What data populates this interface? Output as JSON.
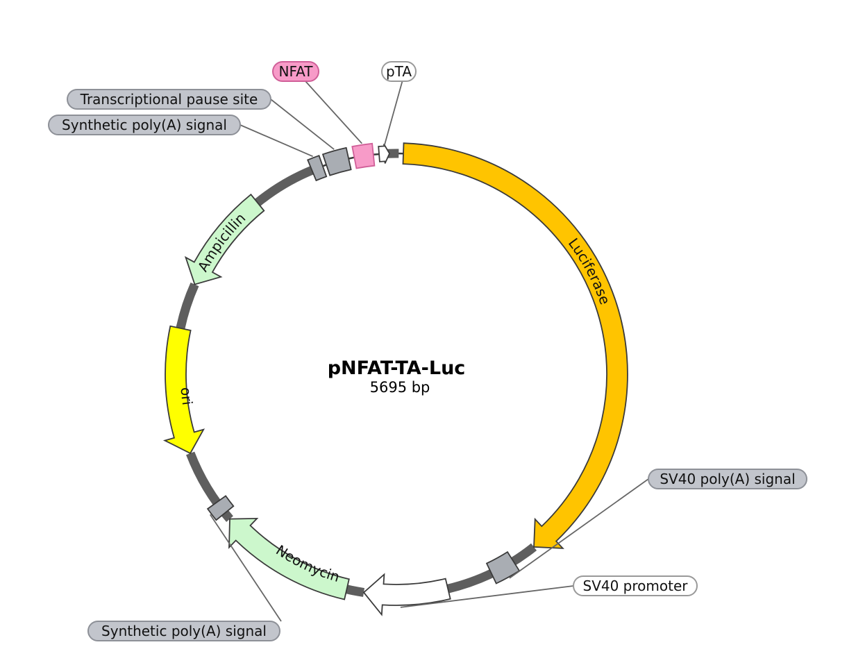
{
  "plasmid": {
    "name": "pNFAT-TA-Luc",
    "length_label": "5695 bp"
  },
  "colors": {
    "backbone": "#5e5e5e",
    "outline": "#3a3a3a",
    "gray_feature": "#a9adb3",
    "gray_callout": "#c2c5cc",
    "gray_callout_border": "#8d9097",
    "nfat_pink": "#f79bc8",
    "nfat_border": "#d05f98",
    "luciferase": "#ffc400",
    "ori": "#ffff00",
    "resistance_green": "#ccf7cc",
    "promoter_white": "#ffffff"
  },
  "features": [
    {
      "id": "luciferase",
      "label": "Luciferase",
      "type": "arrow",
      "color_key": "luciferase",
      "inside_label": true
    },
    {
      "id": "sv40-polya",
      "label": "SV40 poly(A) signal",
      "type": "box",
      "color_key": "gray_feature",
      "callout": true,
      "callout_style": "gray"
    },
    {
      "id": "sv40-promoter",
      "label": "SV40 promoter",
      "type": "arrow",
      "color_key": "promoter_white",
      "callout": true,
      "callout_style": "white"
    },
    {
      "id": "neomycin",
      "label": "Neomycin",
      "type": "arrow",
      "color_key": "resistance_green",
      "inside_label": true
    },
    {
      "id": "synthetic-polya-bottom",
      "label": "Synthetic poly(A) signal",
      "type": "box",
      "color_key": "gray_feature",
      "callout": true,
      "callout_style": "gray"
    },
    {
      "id": "ori",
      "label": "ori",
      "type": "arrow",
      "color_key": "ori",
      "inside_label": true
    },
    {
      "id": "ampicillin",
      "label": "Ampicillin",
      "type": "arrow",
      "color_key": "resistance_green",
      "inside_label": true
    },
    {
      "id": "synthetic-polya-top",
      "label": "Synthetic poly(A) signal",
      "type": "box",
      "color_key": "gray_feature",
      "callout": true,
      "callout_style": "gray"
    },
    {
      "id": "pause-site",
      "label": "Transcriptional pause site",
      "type": "box",
      "color_key": "gray_feature",
      "callout": true,
      "callout_style": "gray"
    },
    {
      "id": "nfat",
      "label": "NFAT",
      "type": "box",
      "color_key": "nfat_pink",
      "callout": true,
      "callout_style": "pink"
    },
    {
      "id": "pta",
      "label": "pTA",
      "type": "arrow",
      "color_key": "promoter_white",
      "callout": true,
      "callout_style": "white"
    }
  ]
}
